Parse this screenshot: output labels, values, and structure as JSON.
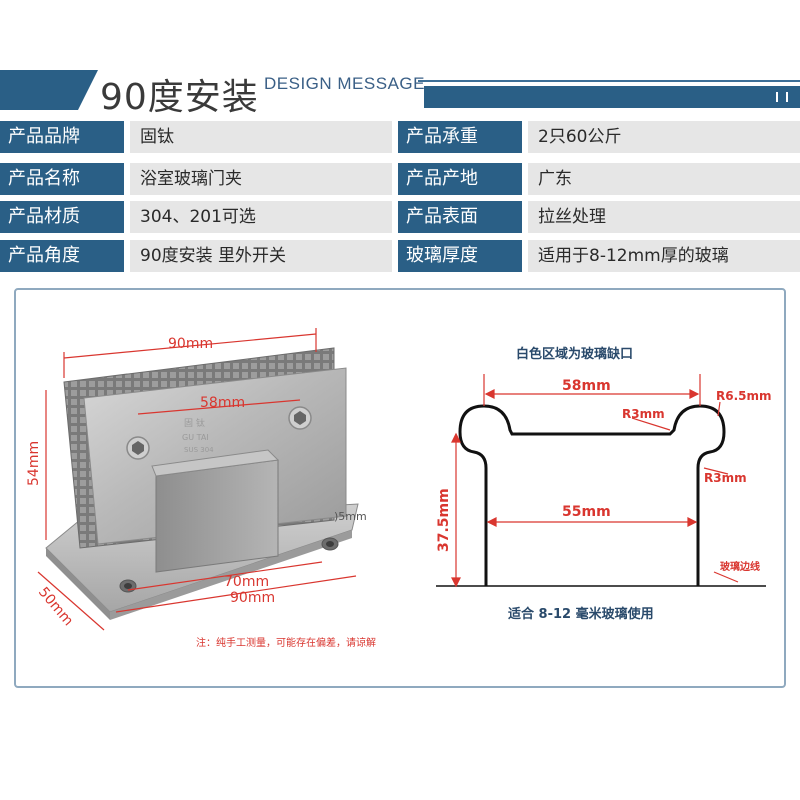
{
  "header": {
    "title": "90度安装",
    "subtitle": "DESIGN MESSAGE"
  },
  "specs": [
    {
      "label_left": "产品品牌",
      "value_left": "固钛",
      "label_right": "产品承重",
      "value_right": "2只60公斤"
    },
    {
      "label_left": "产品名称",
      "value_left": "浴室玻璃门夹",
      "label_right": "产品产地",
      "value_right": "广东"
    },
    {
      "label_left": "产品材质",
      "value_left": "304、201可选",
      "label_right": "产品表面",
      "value_right": "拉丝处理"
    },
    {
      "label_left": "产品角度",
      "value_left": "90度安装 里外开关",
      "label_right": "玻璃厚度",
      "value_right": "适用于8-12mm厚的玻璃"
    }
  ],
  "product_dims": {
    "top_width": "90mm",
    "hole_spacing": "58mm",
    "height": "54mm",
    "base_hole_spacing": "70mm",
    "base_width": "90mm",
    "depth": "50mm",
    "partial_label": ")5mm",
    "engraving_top": "固  钛",
    "engraving_mid": "GU  TAI",
    "engraving_bot": "SUS 304"
  },
  "notch_diagram": {
    "title": "白色区域为玻璃缺口",
    "top_width": "58mm",
    "inner_radius_top": "R3mm",
    "outer_radius": "R6.5mm",
    "inner_radius_bottom": "R3mm",
    "inner_width": "55mm",
    "height": "37.5mm",
    "glass_edge_label": "玻璃边线",
    "footer": "适合 8-12 毫米玻璃使用"
  },
  "note": "注：纯手工测量，可能存在偏差，请谅解",
  "colors": {
    "brand_blue": "#2a5f86",
    "dimension_red": "#d9362f",
    "cell_gray": "#e6e6e6"
  }
}
